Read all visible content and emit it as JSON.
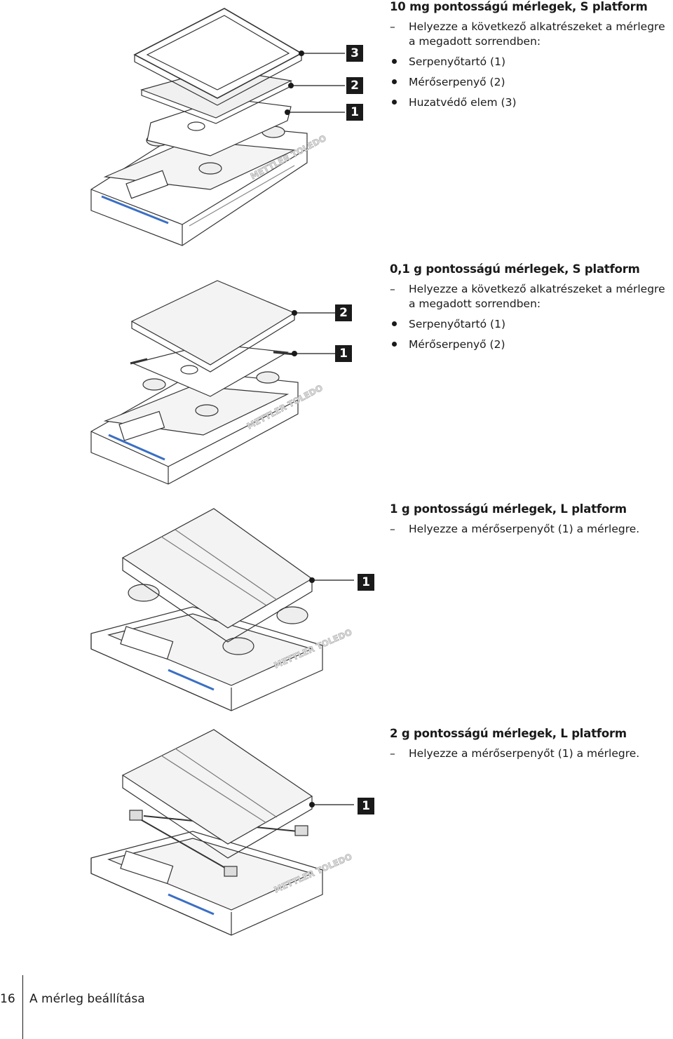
{
  "sections": [
    {
      "title": "10 mg pontosságú mérlegek, S platform",
      "instruction": "Helyezze a következő alkatrészeket a mérlegre a megadott sorrendben:",
      "items": [
        "Serpenyőtartó (1)",
        "Mérőserpenyő (2)",
        "Huzatvédő elem (3)"
      ],
      "callouts": [
        "3",
        "2",
        "1"
      ]
    },
    {
      "title": "0,1 g pontosságú mérlegek, S platform",
      "instruction": "Helyezze a következő alkatrészeket a mérlegre a megadott sorrendben:",
      "items": [
        "Serpenyőtartó (1)",
        "Mérőserpenyő (2)"
      ],
      "callouts": [
        "2",
        "1"
      ]
    },
    {
      "title": "1 g pontosságú mérlegek, L platform",
      "instruction": "Helyezze a mérőserpenyőt (1) a mérlegre.",
      "items": [],
      "callouts": [
        "1"
      ]
    },
    {
      "title": "2 g pontosságú mérlegek, L platform",
      "instruction": "Helyezze a mérőserpenyőt (1) a mérlegre.",
      "items": [],
      "callouts": [
        "1"
      ]
    }
  ],
  "brand": "METTLER TOLEDO",
  "footer": {
    "page_number": "16",
    "title": "A mérleg beállítása"
  }
}
